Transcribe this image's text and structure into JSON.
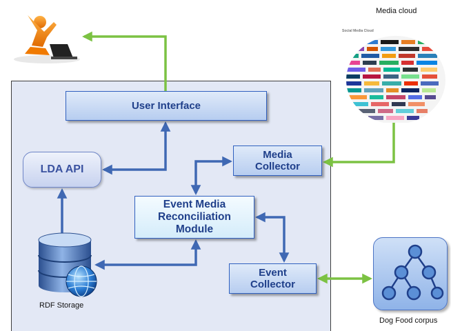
{
  "system": {
    "user_interface": "User Interface",
    "lda_api": "LDA API",
    "media_collector_line1": "Media",
    "media_collector_line2": "Collector",
    "event_media_line1": "Event Media",
    "event_media_line2": "Reconciliation",
    "event_media_line3": "Module",
    "event_collector_line1": "Event",
    "event_collector_line2": "Collector"
  },
  "external": {
    "media_cloud_label": "Media cloud",
    "media_cloud_subtitle": "Social Media Cloud",
    "rdf_storage_label": "RDF Storage",
    "dog_food_label": "Dog Food corpus"
  },
  "colors": {
    "blue_arrow": "#3f68b3",
    "green_arrow": "#7cc243",
    "panel_bg": "#e3e8f5",
    "module_text": "#1f3f8a"
  },
  "icons": {
    "user": "user-with-laptop-icon",
    "database": "database-icon",
    "globe": "globe-icon",
    "tree": "tree-network-icon",
    "cloud": "media-cloud-icon"
  }
}
